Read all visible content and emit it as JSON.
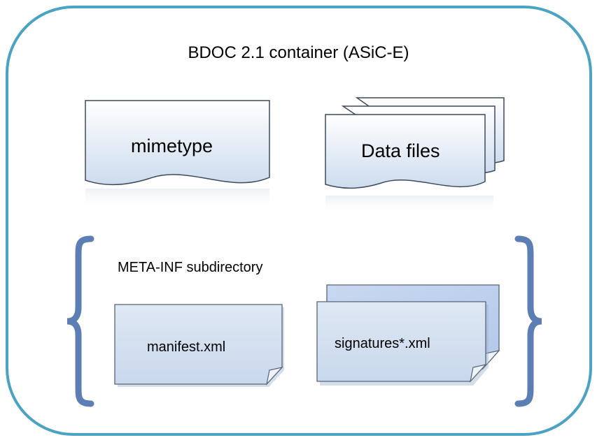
{
  "diagram": {
    "title": "BDOC 2.1 container (ASiC-E)",
    "files": {
      "mimetype": "mimetype",
      "data_files": "Data files"
    },
    "meta_inf": {
      "label": "META-INF subdirectory",
      "manifest": "manifest.xml",
      "signatures": "signatures*.xml"
    }
  },
  "colors": {
    "container_border": "#4ba3c3",
    "brace": "#5b7fb5",
    "doc_fill_top": "#ffffff",
    "doc_fill_bottom": "#d6e3f1",
    "doc_stroke": "#3d4a5c",
    "meta_doc_fill": "#d5e1f0",
    "meta_doc_back": "#c5d6ee"
  }
}
